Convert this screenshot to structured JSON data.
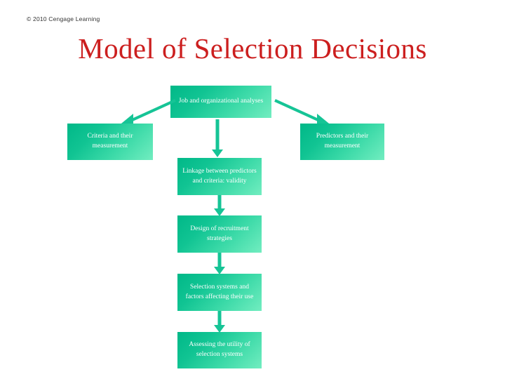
{
  "slide": {
    "copyright": "© 2010 Cengage Learning",
    "title": "Model of Selection Decisions",
    "title_color": "#cc1f1f",
    "box_fill_start": "#00b888",
    "box_fill_end": "#72edc0",
    "box_text_color": "#ffffff",
    "arrow_color": "#16c496",
    "background": "#ffffff"
  },
  "diagram": {
    "type": "flowchart",
    "boxes": [
      {
        "id": "job-analyses",
        "label": "Job and organizational analyses"
      },
      {
        "id": "criteria",
        "label": "Criteria and their measurement"
      },
      {
        "id": "predictors",
        "label": "Predictors and their measurement"
      },
      {
        "id": "linkage",
        "label": "Linkage between predictors and criteria: validity"
      },
      {
        "id": "recruitment",
        "label": "Design of recruitment strategies"
      },
      {
        "id": "selection-systems",
        "label": "Selection systems and factors affecting their use"
      },
      {
        "id": "utility",
        "label": "Assessing the utility of selection systems"
      }
    ],
    "connectors": [
      {
        "id": "job-to-criteria",
        "kind": "diagonal-arrow-down-left",
        "from": "job-analyses",
        "to": "criteria"
      },
      {
        "id": "job-to-predictors",
        "kind": "diagonal-arrow-down-right",
        "from": "job-analyses",
        "to": "predictors"
      },
      {
        "id": "job-to-linkage",
        "kind": "vertical-arrow-down",
        "from": "job-analyses",
        "to": "linkage"
      },
      {
        "id": "linkage-to-recruitment",
        "kind": "vertical-arrow-down",
        "from": "linkage",
        "to": "recruitment"
      },
      {
        "id": "recruitment-to-selection",
        "kind": "vertical-arrow-down",
        "from": "recruitment",
        "to": "selection-systems"
      },
      {
        "id": "selection-to-utility",
        "kind": "vertical-arrow-down",
        "from": "selection-systems",
        "to": "utility"
      }
    ]
  }
}
